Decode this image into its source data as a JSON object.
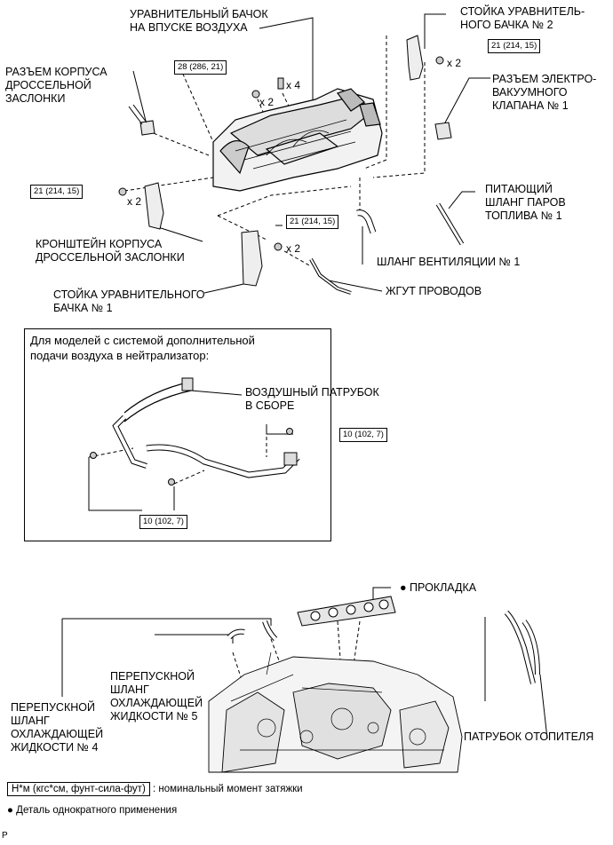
{
  "labels": {
    "surge_tank": "УРАВНИТЕЛЬНЫЙ БАЧОК\nНА ВПУСКЕ ВОЗДУХА",
    "surge_stay_2": "СТОЙКА УРАВНИТЕЛЬ-\nНОГО БАЧКА № 2",
    "throttle_connector": "РАЗЪЕМ КОРПУСА\nДРОССЕЛЬНОЙ\nЗАСЛОНКИ",
    "vsv_connector": "РАЗЪЕМ ЭЛЕКТРО-\nВАКУУМНОГО\nКЛАПАНА № 1",
    "fuel_vapor_hose": "ПИТАЮЩИЙ\nШЛАНГ ПАРОВ\nТОПЛИВА № 1",
    "throttle_bracket": "КРОНШТЕЙН КОРПУСА\nДРОССЕЛЬНОЙ ЗАСЛОНКИ",
    "ventilation_hose": "ШЛАНГ ВЕНТИЛЯЦИИ № 1",
    "surge_stay_1": "СТОЙКА УРАВНИТЕЛЬНОГО\nБАЧКА № 1",
    "wire_harness": "ЖГУТ ПРОВОДОВ",
    "air_duct": "ВОЗДУШНЫЙ ПАТРУБОК\nВ СБОРЕ",
    "gasket": "ПРОКЛАДКА",
    "bypass_hose_5": "ПЕРЕПУСКНОЙ\nШЛАНГ\nОХЛАЖДАЮЩЕЙ\nЖИДКОСТИ № 5",
    "bypass_hose_4": "ПЕРЕПУСКНОЙ\nШЛАНГ\nОХЛАЖДАЮЩЕЙ\nЖИДКОСТИ № 4",
    "heater_pipe": "ПАТРУБОК ОТОПИТЕЛЯ"
  },
  "torques": {
    "t28": "28 (286, 21)",
    "t21_top": "21 (214, 15)",
    "t21_left": "21 (214, 15)",
    "t21_mid": "21 (214, 15)",
    "t10_right": "10 (102, 7)",
    "t10_bottom": "10 (102, 7)"
  },
  "multipliers": {
    "x4": "x 4",
    "x2_a": "x 2",
    "x2_b": "x 2",
    "x2_c": "x 2",
    "x2_d": "x 2"
  },
  "inset": {
    "title": "Для моделей с системой дополнительной\nподачи воздуха в нейтрализатор:"
  },
  "legend": {
    "torque_unit": "Н*м (кгс*см, фунт-сила-фут)",
    "torque_desc": ": номинальный момент затяжки",
    "single_use": "Деталь однократного применения"
  },
  "footer": {
    "page_mark": "P"
  }
}
